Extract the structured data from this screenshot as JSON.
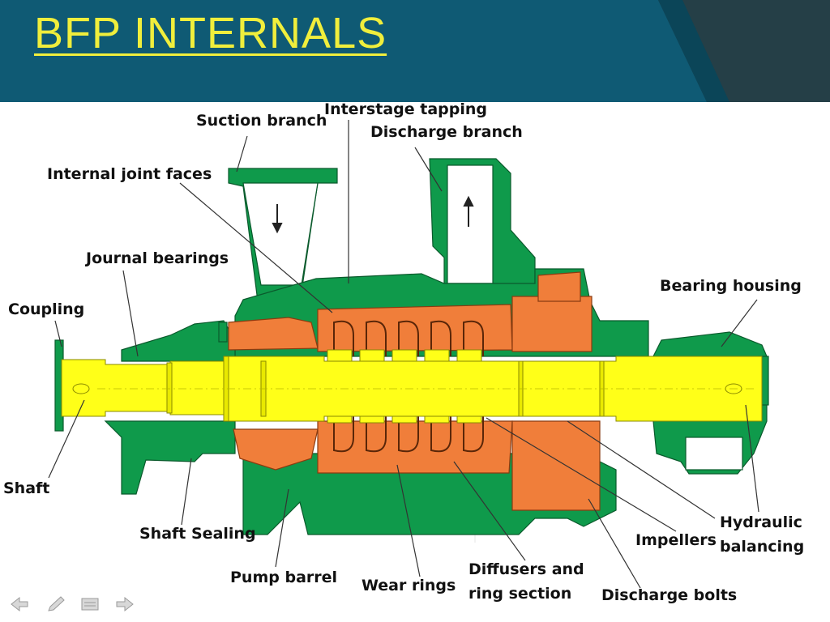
{
  "title": "BFP INTERNALS",
  "colors": {
    "header_bg": "#0f5a74",
    "title": "#f0ee3c",
    "casing_green": "#0f9a4b",
    "rotor_orange": "#f07e3a",
    "shaft_yellow": "#ffff18"
  },
  "labels": {
    "suction_branch": "Suction branch",
    "interstage_tapping": "Interstage tapping",
    "discharge_branch": "Discharge branch",
    "internal_joint_faces": "Internal joint faces",
    "journal_bearings": "Journal bearings",
    "coupling": "Coupling",
    "bearing_housing": "Bearing housing",
    "shaft": "Shaft",
    "shaft_sealing": "Shaft Sealing",
    "pump_barrel": "Pump barrel",
    "wear_rings": "Wear rings",
    "diffusers_and": "Diffusers and",
    "ring_section": "ring section",
    "discharge_bolts": "Discharge bolts",
    "impellers": "Impellers",
    "hydraulic": "Hydraulic",
    "balancing": "balancing"
  },
  "nav": {
    "icons": [
      "arrow-left-icon",
      "pen-icon",
      "menu-icon",
      "arrow-right-icon"
    ]
  }
}
